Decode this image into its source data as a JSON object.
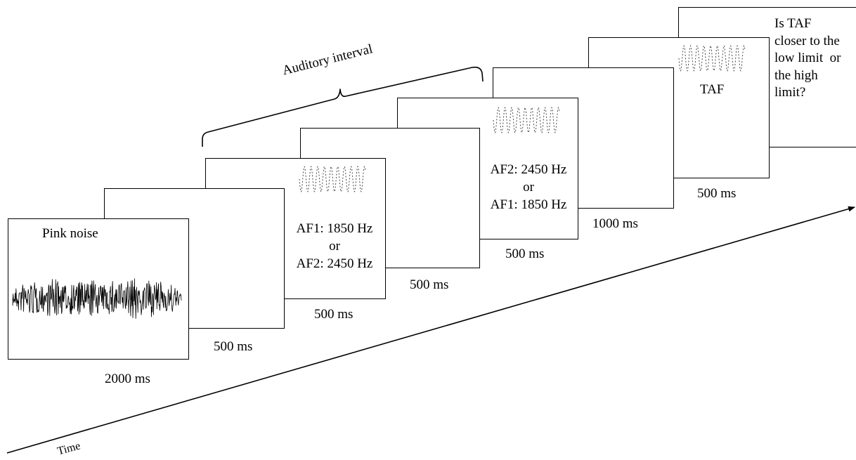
{
  "stimuli": {
    "pink_noise_label": "Pink noise",
    "stim1_lines": [
      "AF1: 1850 Hz",
      "or",
      "AF2: 2450 Hz"
    ],
    "stim2_lines": [
      "AF2: 2450 Hz",
      "or",
      "AF1: 1850 Hz"
    ],
    "target_label": "TAF"
  },
  "question_lines": [
    "Is TAF",
    "closer to the",
    "low limit  or",
    "the high",
    "limit?"
  ],
  "durations": {
    "noise": "2000 ms",
    "blank1": "500 ms",
    "stim1": "500 ms",
    "blank2": "500 ms",
    "stim2": "500 ms",
    "blank3": "1000 ms",
    "target": "500 ms"
  },
  "brace_label": "Auditory interval",
  "time_label": "Time",
  "colors": {
    "stroke": "#000000",
    "background": "#ffffff"
  },
  "icons": {
    "waveform": "pink-noise-waveform-icon",
    "tone": "tone-burst-icon"
  }
}
